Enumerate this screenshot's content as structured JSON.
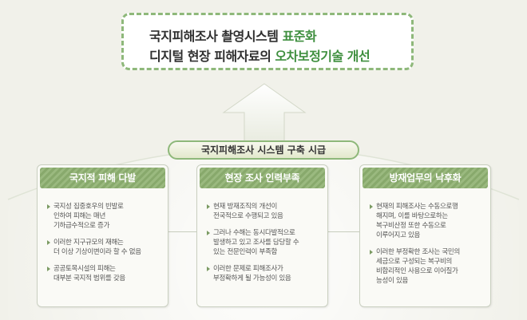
{
  "title": {
    "line1_text": "국지피해조사 촬영시스템 ",
    "line1_highlight": "표준화",
    "line2_text": "디지털 현장 피해자료의 ",
    "line2_highlight": "오차보정기술 개선"
  },
  "urgency_label": "국지피해조사 시스템 구축 시급",
  "cards": [
    {
      "heading": "국지적 피해 다발",
      "items": [
        {
          "lines": [
            "국지성 집중호우의 빈발로",
            "인하여 피해는 매년",
            "기하급수적으로 증가"
          ]
        },
        {
          "lines": [
            "이러한 지구규모의 재해는",
            "더 이상 기상이변이라 할 수 없음"
          ]
        },
        {
          "lines": [
            "공공토목시설의 피해는",
            "대부분 국지적 범위를 갖음"
          ]
        }
      ]
    },
    {
      "heading": "현장 조사 인력부족",
      "items": [
        {
          "lines": [
            "현재 방재조직의 개선이",
            "전국적으로 수행되고 있음"
          ]
        },
        {
          "lines": [
            "그러나 수해는 동시다발적으로",
            "발생하고 있고 조사를 담당할 수",
            "있는 전문인력이 부족함"
          ]
        },
        {
          "lines": [
            "이러한 문제로 피해조사가",
            "부정확하게 될 가능성이 있음"
          ]
        }
      ]
    },
    {
      "heading": "방재업무의 낙후화",
      "items": [
        {
          "lines": [
            "현재의 피해조사는 수동으로행",
            "해지며, 이를 바탕으로하는",
            "복구비산정 또한 수동으로",
            "이루어지고 있음"
          ]
        },
        {
          "lines": [
            "이러한 부정확한 조사는 국민의",
            "세금으로 구성되는 복구비의",
            "비합리적인 사용으로 이어질가",
            "능성이 있음"
          ]
        }
      ]
    }
  ],
  "colors": {
    "accent": "#3f8f3f",
    "frame": "#8eb87a",
    "header": "#88a96c",
    "background": "#f1f1ea"
  }
}
